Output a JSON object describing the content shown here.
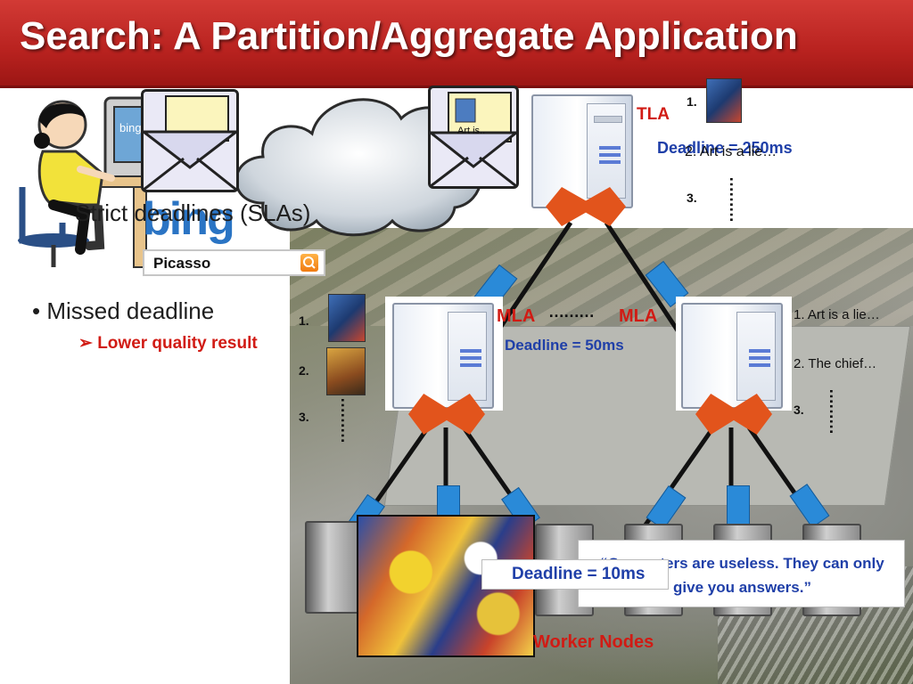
{
  "slide": {
    "title": "Search: A Partition/Aggregate Application"
  },
  "bullets": {
    "first": "Strict deadlines (SLAs)",
    "second": "Missed deadline",
    "second_sub": "Lower quality result"
  },
  "search_box": {
    "query": "Picasso",
    "logo": "bing"
  },
  "envelope_right": {
    "text": "Art is.."
  },
  "tla": {
    "label": "TLA",
    "deadline": "Deadline = 250ms",
    "results": {
      "n1": "1.",
      "n2": "2. Art is a lie…",
      "n3": "3."
    }
  },
  "mla_left": {
    "label": "MLA",
    "results": {
      "n1": "1.",
      "n2": "2.",
      "n3": "3."
    }
  },
  "mla_right": {
    "label": "MLA",
    "results": {
      "n1": "1. Art is a lie…",
      "n2": "2. The chief…",
      "n3": "3."
    }
  },
  "mla_dots": "………",
  "mla_deadline": "Deadline = 50ms",
  "worker": {
    "label": "Worker Nodes",
    "deadline": "Deadline = 10ms",
    "quote": "“Computers are useless. They can only give you answers.”"
  },
  "colors": {
    "title_bg": "#c4302b",
    "accent_red": "#d11b14",
    "accent_blue": "#1f3fa8",
    "connector_orange": "#e2541c",
    "connector_blue": "#2a8ad8"
  },
  "icons": [
    "cloud-icon",
    "envelope-icon",
    "server-icon",
    "search-icon",
    "user-at-computer-icon",
    "picasso-painting-icon",
    "arrow-bullet-icon"
  ]
}
